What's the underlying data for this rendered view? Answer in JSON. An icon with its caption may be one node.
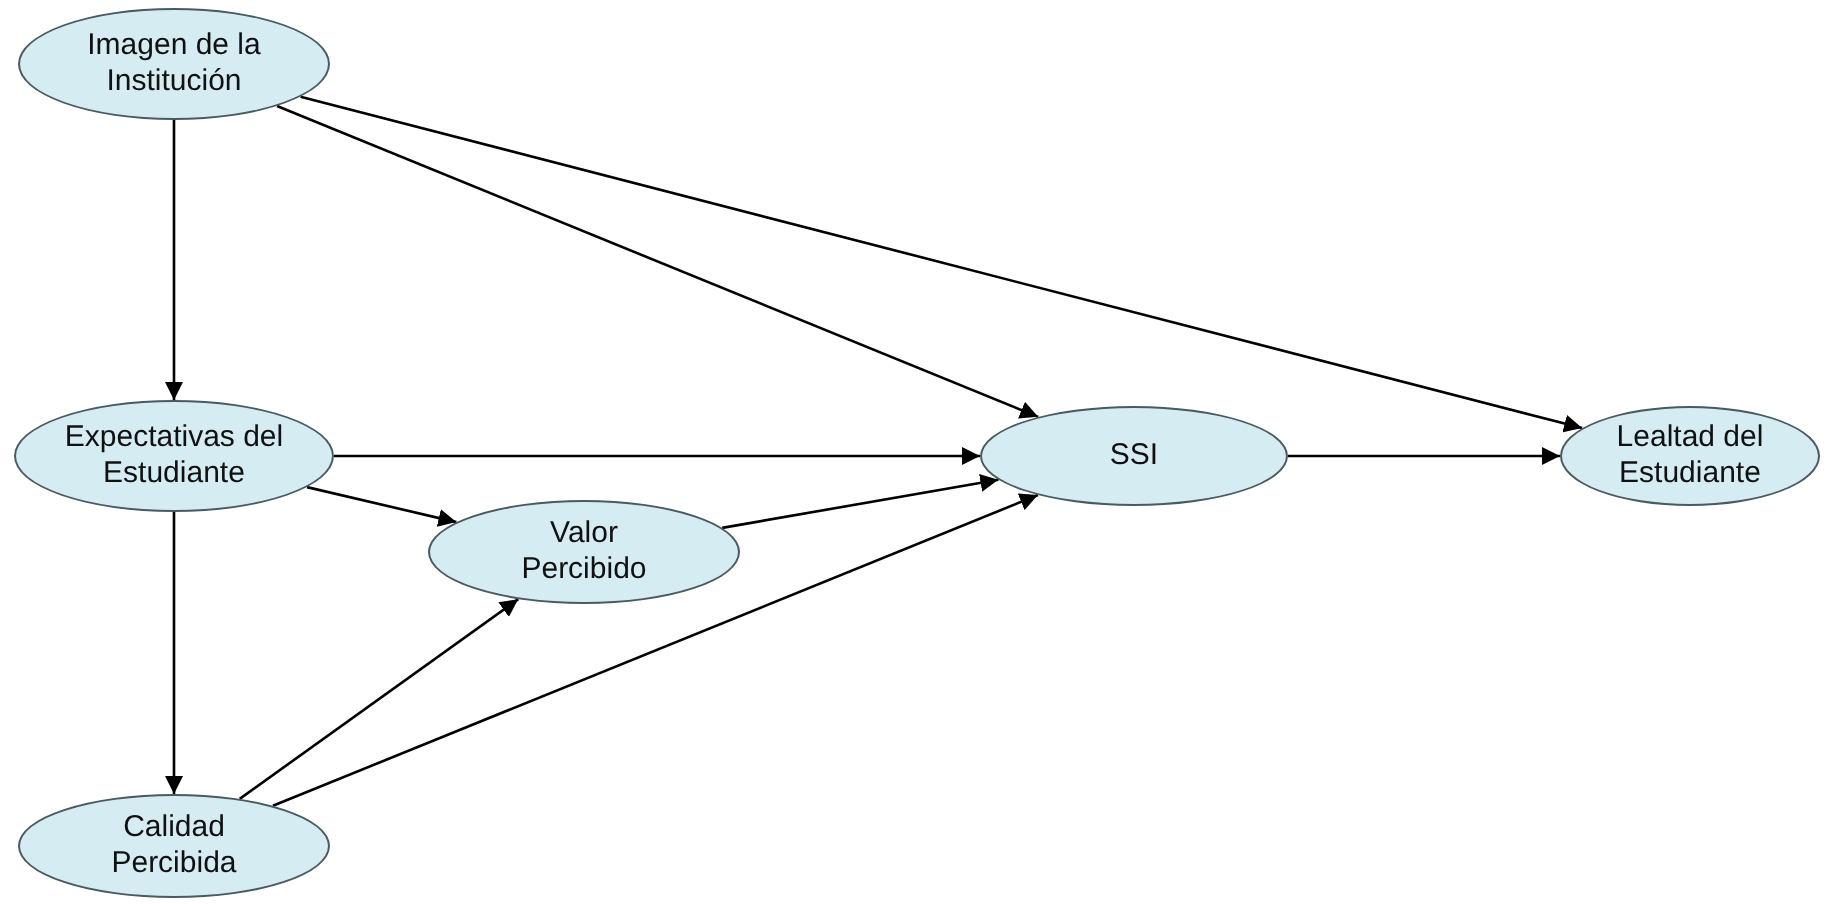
{
  "diagram": {
    "nodes": [
      {
        "text": [
          "Imagen de la Institución"
        ]
      },
      {
        "text": [
          "Expectativas del Estudiante"
        ]
      },
      {
        "text": [
          "Valor Percibido"
        ]
      },
      {
        "text": [
          "Calidad Percibida"
        ]
      },
      {
        "text": [
          "SSI"
        ]
      },
      {
        "text": [
          "Lealtad del Estudiante"
        ]
      }
    ],
    "edges": [
      {
        "from": 0,
        "to": 1,
        "arrow": "to"
      },
      {
        "from": 0,
        "to": 4,
        "arrow": "to"
      },
      {
        "from": 0,
        "to": 5,
        "arrow": "to"
      },
      {
        "from": 1,
        "to": 4,
        "arrow": "to"
      },
      {
        "from": 1,
        "to": 2,
        "arrow": "to"
      },
      {
        "from": 1,
        "to": 3,
        "arrow": "to"
      },
      {
        "from": 2,
        "to": 4,
        "arrow": "to"
      },
      {
        "from": 3,
        "to": 2,
        "arrow": "to"
      },
      {
        "from": 3,
        "to": 4,
        "arrow": "to"
      },
      {
        "from": 4,
        "to": 5,
        "arrow": "to"
      }
    ]
  }
}
